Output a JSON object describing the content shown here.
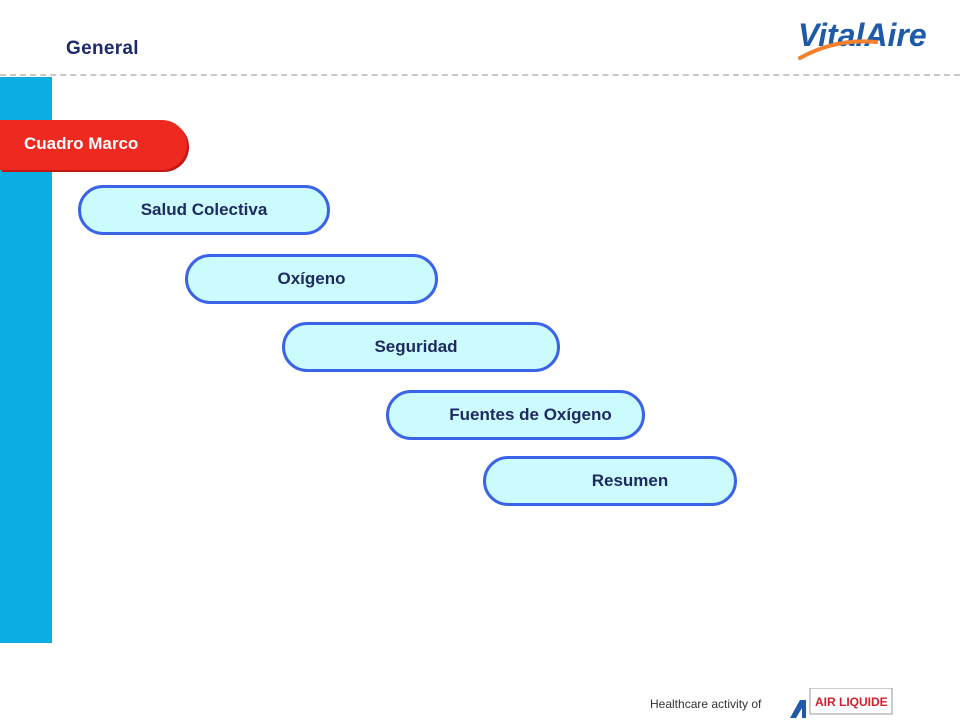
{
  "header": {
    "title": "General"
  },
  "brand": {
    "logo_text": "VitalAire",
    "accent": "#f2812e",
    "primary": "#1e5aa8"
  },
  "active_tab": {
    "label": "Cuadro Marco",
    "color": "#ee2a20"
  },
  "menu": {
    "items": [
      {
        "label": "Salud Colectiva"
      },
      {
        "label": "Oxígeno"
      },
      {
        "label": "Seguridad"
      },
      {
        "label": "Fuentes de Oxígeno"
      },
      {
        "label": "Resumen"
      }
    ]
  },
  "footer": {
    "text": "Healthcare  activity of",
    "partner_logo": "AIR LIQUIDE"
  },
  "colors": {
    "sidebar": "#0aaee0",
    "pill_fill": "#ccfbfd",
    "pill_border": "#3b63e8"
  }
}
